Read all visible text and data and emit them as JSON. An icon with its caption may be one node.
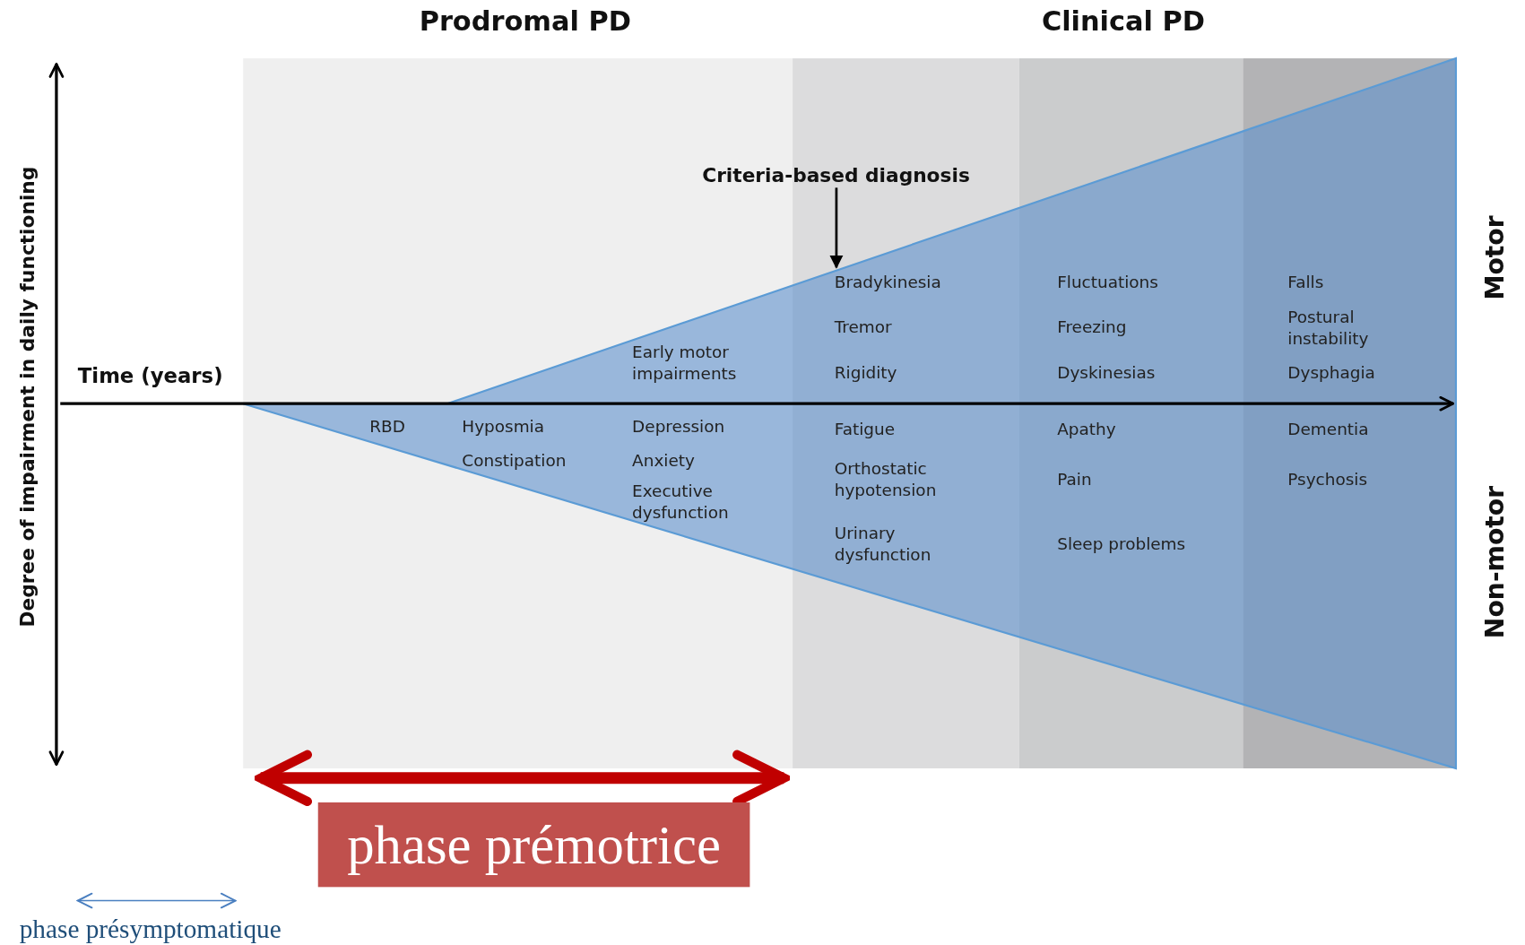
{
  "diagram": {
    "nodes": [
      {
        "text": [
          "Criteria-based diagnosis"
        ]
      },
      {
        "text": [
          "phase prémotrice"
        ]
      },
      {
        "text": [],
        "shape": "picture"
      }
    ],
    "edges": [
      {
        "from": 0,
        "to": 2,
        "arrow": "to"
      }
    ],
    "labels": [
      "Prodromal PD",
      "Clinical PD",
      "Degree of impairment in daily functioning",
      "Time (years)",
      "Bradykinesia",
      "Fluctuations",
      "Falls",
      "Motor",
      "Postural instability",
      "Tremor",
      "Freezing",
      "Early motor impairments",
      "Rigidity",
      "Dyskinesias",
      "Dysphagia",
      "RBD",
      "Hyposmia",
      "Depression",
      "Fatigue",
      "Apathy",
      "Dementia",
      "Constipation",
      "Anxiety",
      "Orthostatic hypotension",
      "Pain",
      "Psychosis",
      "Executive dysfunction",
      "Non-motor",
      "Urinary dysfunction",
      "Sleep problems",
      "phase présymptomatique"
    ]
  }
}
